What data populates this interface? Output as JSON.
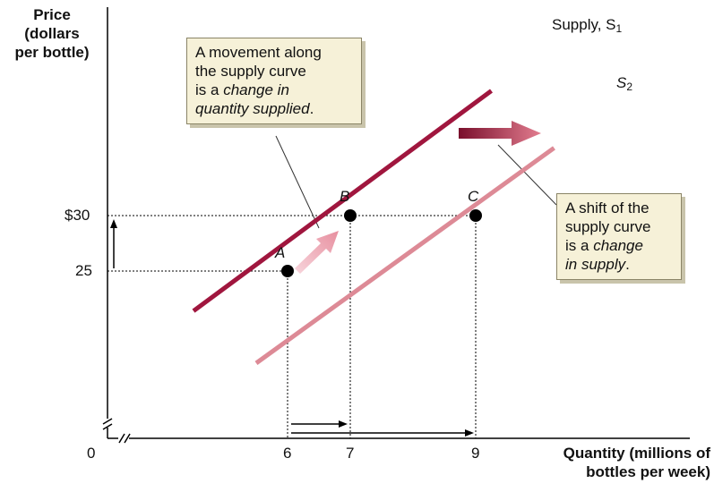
{
  "chart_data": {
    "type": "line",
    "ylabel_lines": [
      "Price",
      "(dollars",
      "per bottle)"
    ],
    "xlabel_lines": [
      "Quantity (millions of",
      "bottles per week)"
    ],
    "origin_label": "0",
    "y_ticks": [
      {
        "value": 30,
        "label": "$30"
      },
      {
        "value": 25,
        "label": "25"
      }
    ],
    "x_ticks": [
      {
        "value": 6,
        "label": "6"
      },
      {
        "value": 7,
        "label": "7"
      },
      {
        "value": 9,
        "label": "9"
      }
    ],
    "series": [
      {
        "name": "Supply, S",
        "subscript": "1",
        "color": "#a0163e",
        "x": [
          4.5,
          9.25
        ],
        "y": [
          21.4,
          41.25
        ]
      },
      {
        "name": "S",
        "subscript": "2",
        "color": "#dd8a96",
        "x": [
          5.5,
          10.25
        ],
        "y": [
          16.7,
          36.1
        ]
      }
    ],
    "points": [
      {
        "label": "A",
        "x": 6,
        "y": 25
      },
      {
        "label": "B",
        "x": 7,
        "y": 30
      },
      {
        "label": "C",
        "x": 9,
        "y": 30
      }
    ],
    "annotations": [
      {
        "lines": [
          [
            {
              "t": "A movement along"
            }
          ],
          [
            {
              "t": "the supply curve"
            }
          ],
          [
            {
              "t": "is a "
            },
            {
              "t": "change in",
              "i": true
            }
          ],
          [
            {
              "t": "quantity supplied",
              "i": true
            },
            {
              "t": "."
            }
          ]
        ]
      },
      {
        "lines": [
          [
            {
              "t": "A shift of the"
            }
          ],
          [
            {
              "t": "supply curve"
            }
          ],
          [
            {
              "t": "is a "
            },
            {
              "t": "change",
              "i": true
            }
          ],
          [
            {
              "t": "in supply",
              "i": true
            },
            {
              "t": "."
            }
          ]
        ]
      }
    ],
    "colors": {
      "s1": "#a0163e",
      "s2": "#dd8a96",
      "arrow": "#b7334d",
      "point": "#000000"
    }
  }
}
